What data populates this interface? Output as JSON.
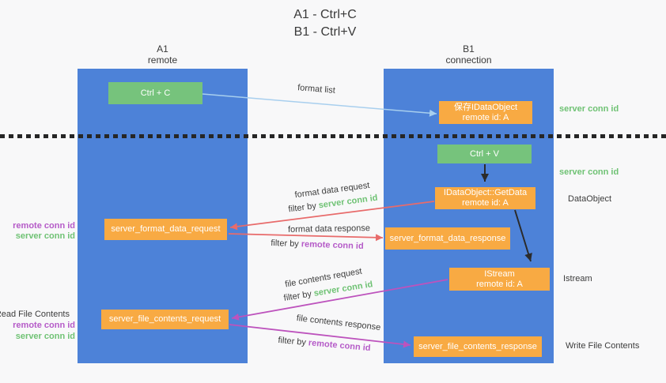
{
  "title": {
    "line1": "A1 - Ctrl+C",
    "line2": "B1 - Ctrl+V"
  },
  "lanes": {
    "left": {
      "name": "A1",
      "role": "remote"
    },
    "right": {
      "name": "B1",
      "role": "connection"
    }
  },
  "nodes": {
    "ctrl_c": "Ctrl + C",
    "ctrl_v": "Ctrl + V",
    "save_idataobject": {
      "line1": "保存IDataObject",
      "line2": "remote id: A"
    },
    "getdata": {
      "line1": "IDataObject::GetData",
      "line2": "remote id: A"
    },
    "istream": {
      "line1": "IStream",
      "line2": "remote id: A"
    },
    "format_request": "server_format_data_request",
    "format_response": "server_format_data_response",
    "file_request": "server_file_contents_request",
    "file_response": "server_file_contents_response"
  },
  "arrow_labels": {
    "format_list": "format list",
    "format_data_request": "format data request",
    "format_data_response": "format data response",
    "file_contents_request": "file contents request",
    "file_contents_response": "file contents response",
    "filter_by": "filter by",
    "server_conn_id": "server conn id",
    "remote_conn_id": "remote conn id"
  },
  "side_labels": {
    "server_conn_id_top": "server conn id",
    "server_conn_id_mid": "server conn id",
    "dataobject": "DataObject",
    "istream": "Istream",
    "read_file_contents": "Read File Contents",
    "write_file_contents": "Write File Contents",
    "remote_conn_id": "remote conn id",
    "server_conn_id": "server conn id"
  },
  "colors": {
    "lane_blue": "#4d82d8",
    "node_green": "#76c37c",
    "node_orange": "#f8aa43",
    "arrow_red": "#e86b6b",
    "arrow_magenta": "#bd53bd",
    "arrow_light_blue": "#a8cfee",
    "arrow_black": "#2b2b2b",
    "label_green": "#6fc274",
    "label_purple": "#b55bc8",
    "text_dark": "#3c3c3c",
    "background": "#f8f8f9"
  }
}
